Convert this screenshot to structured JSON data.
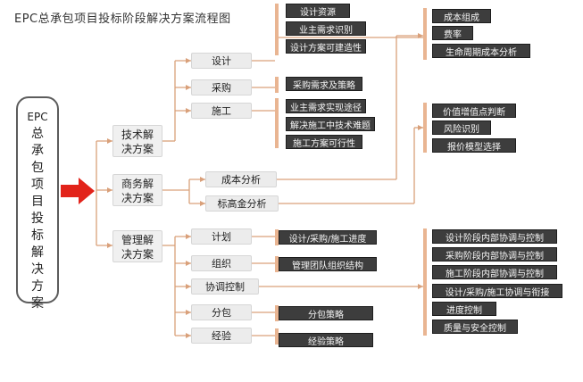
{
  "title": "EPC总承包项目投标阶段解决方案流程图",
  "root_chars": [
    "EPC",
    "总",
    "承",
    "包",
    "项",
    "目",
    "投",
    "标",
    "解",
    "决",
    "方",
    "案"
  ],
  "colors": {
    "arrow": "#e2231a",
    "bar": "#e9b592",
    "dark_box": "#3d3d3d",
    "line": "#d9a07a"
  },
  "categories": [
    {
      "line1": "技术解",
      "line2": "决方案"
    },
    {
      "line1": "商务解",
      "line2": "决方案"
    },
    {
      "line1": "管理解",
      "line2": "决方案"
    }
  ],
  "tech_subs": [
    "设计",
    "采购",
    "施工"
  ],
  "design_leaves": [
    "设计资源",
    "业主需求识别",
    "设计方案可建造性"
  ],
  "procure_leaves": [
    "采购需求及策略"
  ],
  "construct_leaves": [
    "业主需求实现途径",
    "解决施工中技术难题",
    "施工方案可行性"
  ],
  "cost_leaves": [
    "成本组成",
    "费率",
    "生命周期成本分析"
  ],
  "biz_subs": [
    "成本分析",
    "标高金分析"
  ],
  "bid_leaves": [
    "价值增值点判断",
    "风险识别",
    "报价模型选择"
  ],
  "mgmt_subs": [
    "计划",
    "组织",
    "协调控制",
    "分包",
    "经验"
  ],
  "plan_leaves": [
    "设计/采购/施工进度"
  ],
  "org_leaves": [
    "管理团队组织结构"
  ],
  "sub_leaves": [
    "分包策略"
  ],
  "exp_leaves": [
    "经验策略"
  ],
  "coord_leaves": [
    "设计阶段内部协调与控制",
    "采购阶段内部协调与控制",
    "施工阶段内部协调与控制",
    "设计/采购/施工协调与衔接",
    "进度控制",
    "质量与安全控制"
  ]
}
